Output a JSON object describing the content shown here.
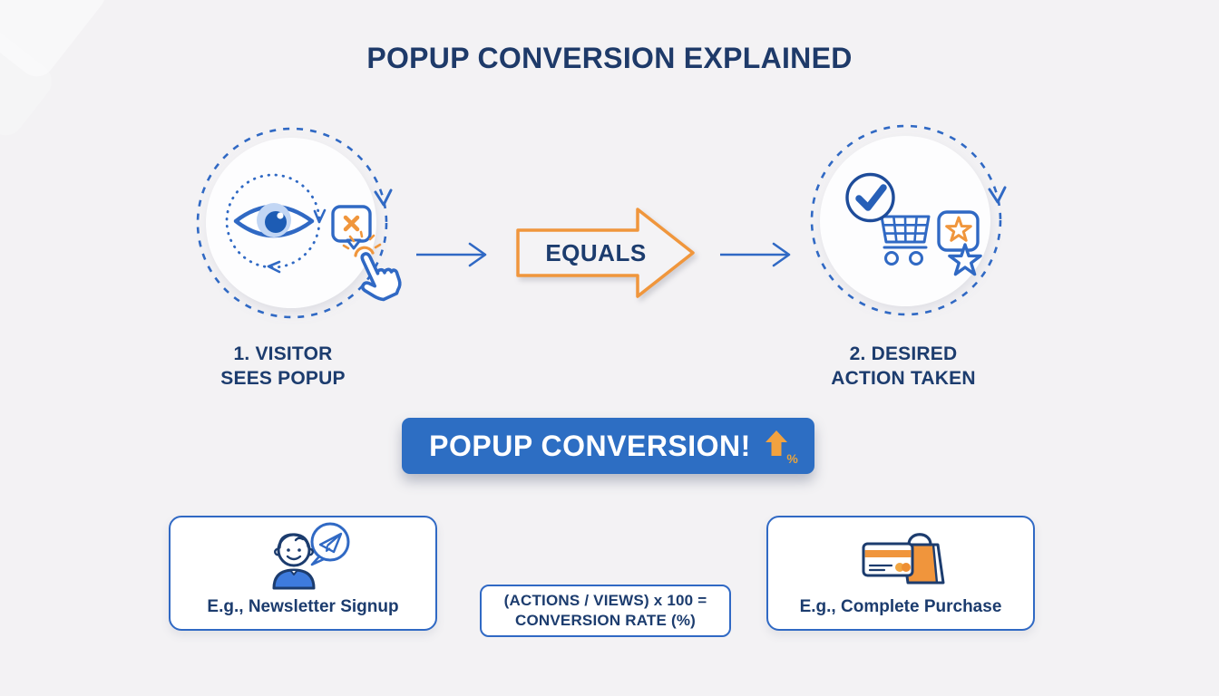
{
  "page": {
    "title": "POPUP CONVERSION EXPLAINED",
    "background_color": "#F3F2F4"
  },
  "colors": {
    "navy_text": "#1C3C6E",
    "blue_stroke": "#3069C4",
    "orange_accent": "#F0963C",
    "banner_blue": "#2D6EC3",
    "banner_text": "#FFFFFF",
    "eye_iris_light_blue": "#C2D6F4",
    "eye_pupil_blue": "#1D5CB4",
    "card_background": "#FFFFFF"
  },
  "flow": {
    "step_1": {
      "icon": "eye-popup-click-icon",
      "label_line_1": "1. VISITOR",
      "label_line_2": "SEES POPUP"
    },
    "equals_label": "EQUALS",
    "step_2": {
      "icon": "cart-check-stars-icon",
      "label_line_1": "2. DESIRED",
      "label_line_2": "ACTION TAKEN"
    }
  },
  "banner": {
    "label": "POPUP CONVERSION!",
    "arrow_icon": "up-arrow-icon",
    "percent_symbol": "%"
  },
  "examples": {
    "left": {
      "icon": "newsletter-signup-icon",
      "label": "E.g., Newsletter Signup"
    },
    "right": {
      "icon": "complete-purchase-icon",
      "label": "E.g., Complete Purchase"
    }
  },
  "formula": {
    "line_1": "(ACTIONS / VIEWS) x 100 =",
    "line_2": "CONVERSION RATE (%)"
  }
}
